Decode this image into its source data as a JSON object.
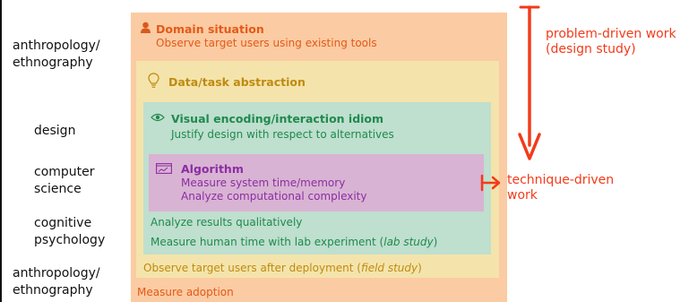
{
  "colors": {
    "domain": "#fbcba3",
    "abstraction": "#f4e4ab",
    "idiom": "#bfdfcf",
    "algorithm": "#d9b3d3",
    "domain_text": "#e35a18",
    "abstraction_text": "#c08a12",
    "idiom_text": "#1f8a4c",
    "algorithm_text": "#8a2ea3",
    "arrow": "#f23b1a"
  },
  "disciplines": [
    {
      "lines": [
        "anthropology/",
        "ethnography"
      ]
    },
    {
      "lines": [
        "design"
      ]
    },
    {
      "lines": [
        "computer",
        "science"
      ]
    },
    {
      "lines": [
        "cognitive",
        "psychology"
      ]
    },
    {
      "lines": [
        "anthropology/",
        "ethnography"
      ]
    }
  ],
  "domain": {
    "icon": "person-icon",
    "title": "Domain situation",
    "subtitle": "Observe target users using existing tools",
    "bottom": "Measure adoption"
  },
  "abstraction": {
    "icon": "lightbulb-icon",
    "title": "Data/task abstraction",
    "bottom_prefix": "Observe target users after deployment (",
    "bottom_italic": "field study",
    "bottom_suffix": ")"
  },
  "idiom": {
    "icon": "eye-icon",
    "title": "Visual encoding/interaction idiom",
    "subtitle": "Justify design with respect to alternatives",
    "bottom1": "Analyze results qualitatively",
    "bottom2_prefix": "Measure human time with lab experiment (",
    "bottom2_italic": "lab study",
    "bottom2_suffix": ")"
  },
  "algorithm": {
    "icon": "chart-window-icon",
    "title": "Algorithm",
    "line1": "Measure system time/memory",
    "line2": "Analyze computational complexity"
  },
  "annotations": {
    "problem": [
      "problem-driven work",
      "(design study)"
    ],
    "technique": [
      "technique-driven",
      "work"
    ]
  }
}
